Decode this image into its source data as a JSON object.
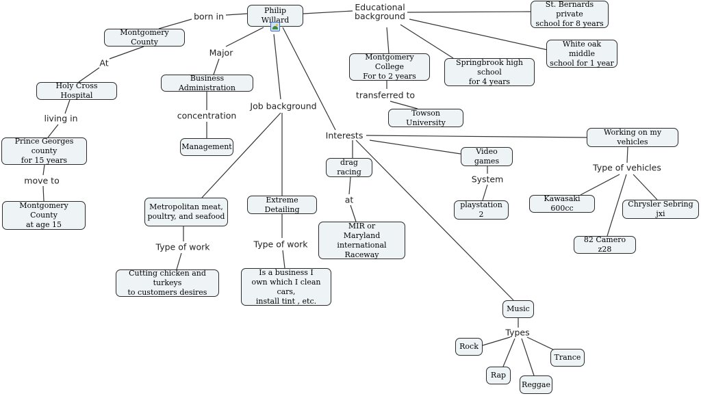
{
  "nodes": [
    {
      "id": "pw",
      "text": "Philip Willard"
    },
    {
      "id": "mc",
      "text": "Montgomery County"
    },
    {
      "id": "hch",
      "text": "Holy Cross Hospital"
    },
    {
      "id": "pg",
      "text": "Prince Georges county\nfor 15 years"
    },
    {
      "id": "mca",
      "text": "Montgomery County\nat age 15"
    },
    {
      "id": "ba",
      "text": "Business Administration"
    },
    {
      "id": "mg",
      "text": "Management"
    },
    {
      "id": "metro",
      "text": "Metropolitan meat,\npoultry, and seafood"
    },
    {
      "id": "cut",
      "text": "Cutting chicken and turkeys\nto customers desires"
    },
    {
      "id": "ext",
      "text": "Extreme Detailing"
    },
    {
      "id": "biz",
      "text": "Is a business I\nown which  I clean cars,\ninstall tint , etc."
    },
    {
      "id": "stb",
      "text": "St. Bernards private\nschool for 8 years"
    },
    {
      "id": "wo",
      "text": "White oak middle\nschool  for 1 year"
    },
    {
      "id": "mcol",
      "text": "Montgomery College\nFor to 2 years"
    },
    {
      "id": "sb",
      "text": "Springbrook high school\nfor 4 years"
    },
    {
      "id": "tu",
      "text": "Towson University"
    },
    {
      "id": "dr",
      "text": "drag racing"
    },
    {
      "id": "mir",
      "text": "MIR or\nMaryland international\nRaceway"
    },
    {
      "id": "vg",
      "text": "Video games"
    },
    {
      "id": "ps2",
      "text": "playstation 2"
    },
    {
      "id": "wv",
      "text": "Working on my vehicles"
    },
    {
      "id": "kaw",
      "text": "Kawasaki 600cc"
    },
    {
      "id": "chr",
      "text": "Chrysler Sebring jxi"
    },
    {
      "id": "cam",
      "text": "82 Camero z28"
    },
    {
      "id": "mus",
      "text": "Music"
    },
    {
      "id": "rock",
      "text": "Rock"
    },
    {
      "id": "rap",
      "text": "Rap"
    },
    {
      "id": "reg",
      "text": "Reggae"
    },
    {
      "id": "tra",
      "text": "Trance"
    }
  ],
  "phrases": [
    {
      "id": "bornin",
      "text": "born in"
    },
    {
      "id": "at1",
      "text": "At"
    },
    {
      "id": "living",
      "text": "living in"
    },
    {
      "id": "move",
      "text": "move to"
    },
    {
      "id": "major",
      "text": "Major"
    },
    {
      "id": "conc",
      "text": "concentration"
    },
    {
      "id": "job",
      "text": "Job background"
    },
    {
      "id": "tow1",
      "text": "Type of work"
    },
    {
      "id": "tow2",
      "text": "Type of work"
    },
    {
      "id": "edu",
      "text": "Educational\nbackground"
    },
    {
      "id": "trans",
      "text": "transferred to"
    },
    {
      "id": "int",
      "text": "Interests"
    },
    {
      "id": "at2",
      "text": "at"
    },
    {
      "id": "sys",
      "text": "System"
    },
    {
      "id": "tov",
      "text": "Type of vehicles"
    },
    {
      "id": "types",
      "text": "Types"
    }
  ],
  "icons": {
    "root_attachment": "image-icon"
  },
  "colors": {
    "node_fill": "#eef3f5",
    "node_border": "#2a2a2a",
    "line": "#333333"
  }
}
